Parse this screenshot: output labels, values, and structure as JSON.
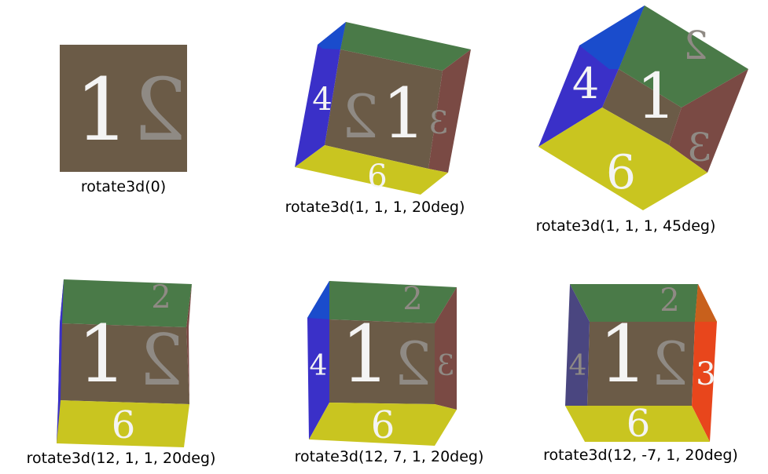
{
  "colors": {
    "front": "#6b5b47",
    "top": "#4a7a48",
    "left": "#3a30c8",
    "left_upper": "#1a4ccc",
    "right": "#7a4a44",
    "bottom": "#c9c520",
    "right_bright": "#e8461c",
    "left_dim": "#4a4680"
  },
  "faces": {
    "front": "1",
    "back": "2",
    "right": "3",
    "left": "4",
    "bottom": "6"
  },
  "cubes": [
    {
      "label": "rotate3d(0)"
    },
    {
      "label": "rotate3d(1, 1, 1, 20deg)"
    },
    {
      "label": "rotate3d(1, 1, 1, 45deg)"
    },
    {
      "label": "rotate3d(12, 1, 1, 20deg)"
    },
    {
      "label": "rotate3d(12, 7, 1, 20deg)"
    },
    {
      "label": "rotate3d(12, -7, 1, 20deg)"
    }
  ]
}
